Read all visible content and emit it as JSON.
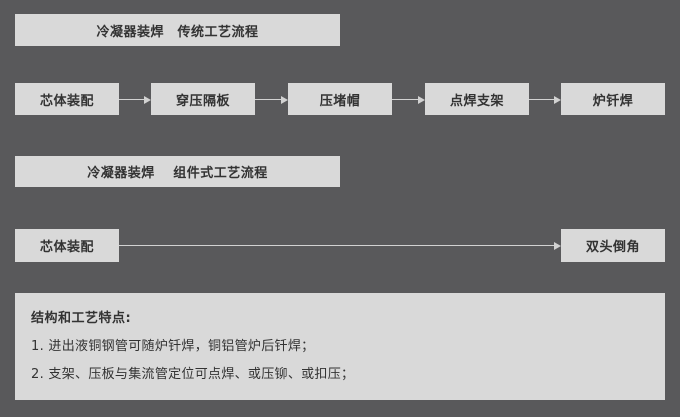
{
  "colors": {
    "canvas_background": "#59595b",
    "box_background": "#d9d9d9",
    "box_text": "#333333",
    "arrow": "#d2d2d2"
  },
  "traditional": {
    "title": "冷凝器装焊　传统工艺流程",
    "steps": [
      "芯体装配",
      "穿压隔板",
      "压堵帽",
      "点焊支架",
      "炉钎焊"
    ]
  },
  "modular": {
    "title": "冷凝器装焊　 组件式工艺流程",
    "start_step": "芯体装配",
    "end_step": "双头倒角"
  },
  "features": {
    "heading": "结构和工艺特点:",
    "items": [
      "1. 进出液铜钢管可随炉钎焊，铜铝管炉后钎焊；",
      "2. 支架、压板与集流管定位可点焊、或压铆、或扣压；"
    ]
  }
}
